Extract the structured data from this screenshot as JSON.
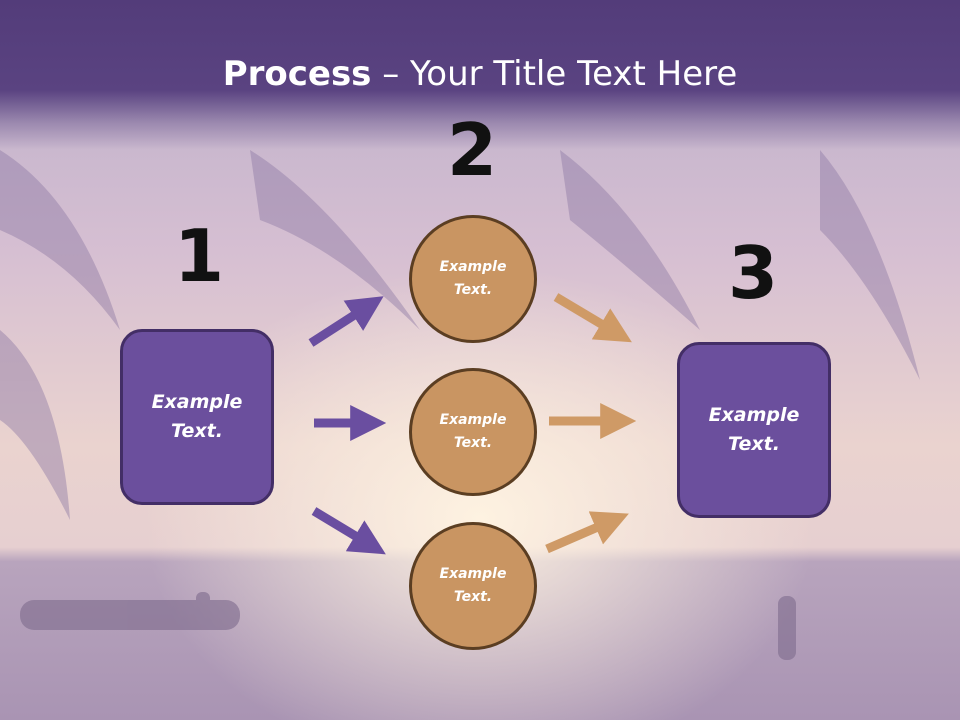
{
  "header": {
    "title_bold": "Process",
    "title_rest": " – Your Title Text Here"
  },
  "steps": {
    "one": "1",
    "two": "2",
    "three": "3"
  },
  "left_box": {
    "line1": "Example",
    "line2": "Text."
  },
  "right_box": {
    "line1": "Example",
    "line2": "Text."
  },
  "circles": [
    {
      "line1": "Example",
      "line2": "Text."
    },
    {
      "line1": "Example",
      "line2": "Text."
    },
    {
      "line1": "Example",
      "line2": "Text."
    }
  ],
  "colors": {
    "header": "#533c7a",
    "box": "#6b4f9d",
    "circle": "#c99562",
    "arrow_purple": "#6a4ea0",
    "arrow_orange": "#cf9a66"
  }
}
